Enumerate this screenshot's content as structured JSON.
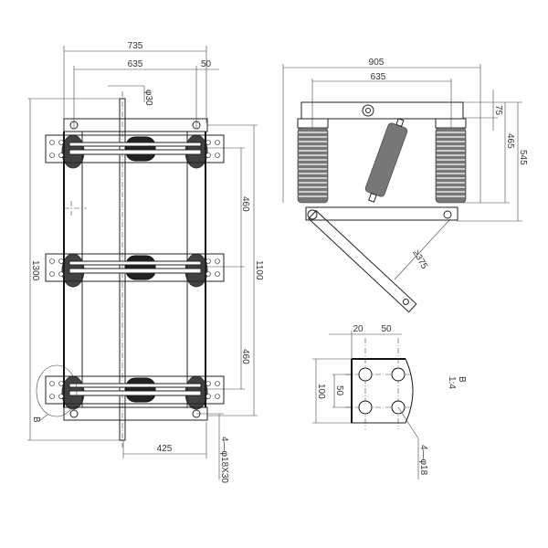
{
  "front_view": {
    "dim_width_total": "735",
    "dim_width_pitch": "635",
    "dim_width_edge": "50",
    "dim_shaft_diameter": "φ30",
    "dim_height_total": "1300",
    "dim_height_mounting": "1100",
    "dim_pitch_upper": "460",
    "dim_pitch_lower": "460",
    "dim_shaft_offset": "425",
    "dim_mount_holes": "4—φ18X30",
    "detail_callout": "B"
  },
  "side_view": {
    "dim_width_total": "905",
    "dim_width_pitch": "635",
    "dim_top_bar": "75",
    "dim_insulator_height": "465",
    "dim_total_height": "545",
    "dim_arm_clearance": "≥375"
  },
  "detail_b": {
    "dim_edge": "20",
    "dim_hole_pitch_x": "50",
    "dim_plate_height": "100",
    "dim_hole_pitch_y": "50",
    "dim_holes": "4—φ18",
    "title": "B",
    "scale": "1:4"
  }
}
